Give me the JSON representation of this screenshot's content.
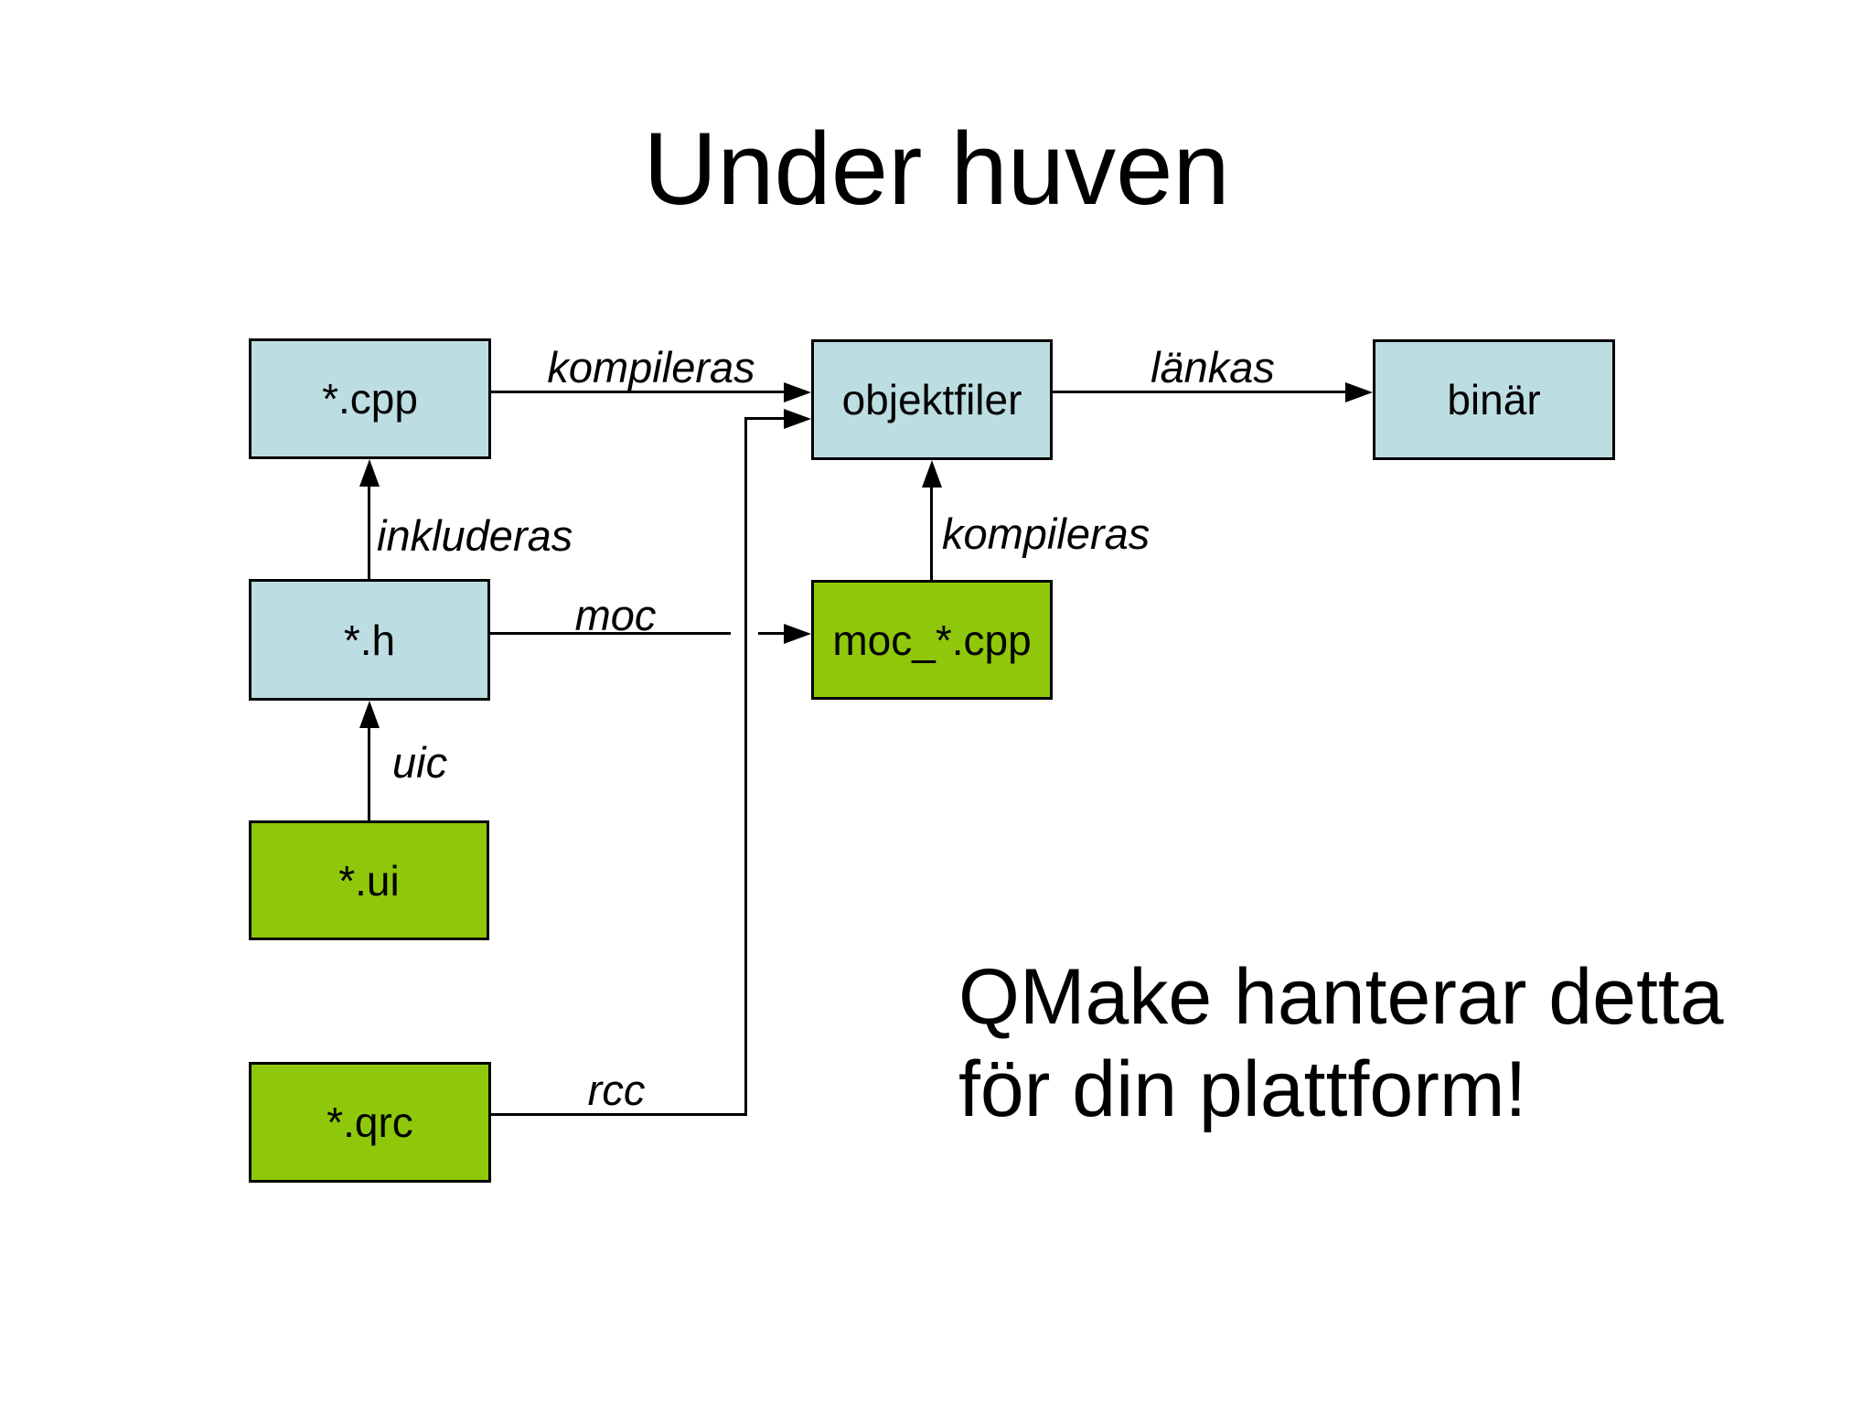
{
  "slide": {
    "title": "Under huven",
    "note_line1": "QMake hanterar detta",
    "note_line2": "för din plattform!"
  },
  "colors": {
    "background": "#ffffff",
    "box_blue": "#bcdde2",
    "box_green": "#8fc80a",
    "line": "#000000",
    "text": "#000000"
  },
  "diagram": {
    "nodes": [
      {
        "id": "cpp",
        "label": "*.cpp",
        "color": "blue"
      },
      {
        "id": "objektfiler",
        "label": "objektfiler",
        "color": "blue"
      },
      {
        "id": "binar",
        "label": "binär",
        "color": "blue"
      },
      {
        "id": "h",
        "label": "*.h",
        "color": "blue"
      },
      {
        "id": "moc-cpp",
        "label": "moc_*.cpp",
        "color": "green"
      },
      {
        "id": "ui",
        "label": "*.ui",
        "color": "green"
      },
      {
        "id": "qrc",
        "label": "*.qrc",
        "color": "green"
      }
    ],
    "edges": [
      {
        "from": "*.cpp",
        "to": "objektfiler",
        "label": "kompileras"
      },
      {
        "from": "objektfiler",
        "to": "binär",
        "label": "länkas"
      },
      {
        "from": "*.h",
        "to": "*.cpp",
        "label": "inkluderas"
      },
      {
        "from": "*.ui",
        "to": "*.h",
        "label": "uic"
      },
      {
        "from": "*.h",
        "to": "moc_*.cpp",
        "label": "moc"
      },
      {
        "from": "moc_*.cpp",
        "to": "objektfiler",
        "label": "kompileras"
      },
      {
        "from": "*.qrc",
        "to": "objektfiler",
        "label": "rcc"
      }
    ]
  }
}
